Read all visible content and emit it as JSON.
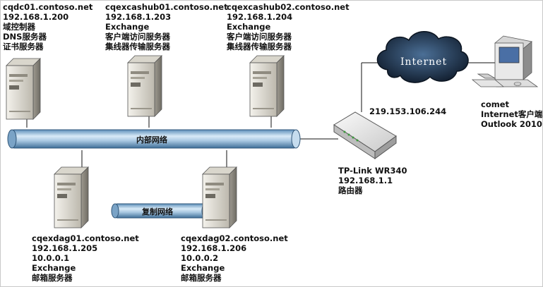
{
  "servers": {
    "dc01": {
      "lines": [
        "cqdc01.contoso.net",
        "192.168.1.200",
        "域控制器",
        "DNS服务器",
        "证书服务器"
      ]
    },
    "cashub01": {
      "lines": [
        "cqexcashub01.contoso.net",
        "192.168.1.203",
        "Exchange",
        "客户端访问服务器",
        "集线器传输服务器"
      ]
    },
    "cashub02": {
      "lines": [
        "cqexcashub02.contoso.net",
        "192.168.1.204",
        "Exchange",
        "客户端访问服务器",
        "集线器传输服务器"
      ]
    },
    "dag01": {
      "lines": [
        "cqexdag01.contoso.net",
        "192.168.1.205",
        "10.0.0.1",
        "Exchange",
        "邮箱服务器"
      ]
    },
    "dag02": {
      "lines": [
        "cqexdag02.contoso.net",
        "192.168.1.206",
        "10.0.0.2",
        "Exchange",
        "邮箱服务器"
      ]
    }
  },
  "networks": {
    "internal": {
      "label": "内部网络"
    },
    "replication": {
      "label": "复制网络"
    }
  },
  "router": {
    "public_ip": "219.153.106.244",
    "lines": [
      "TP-Link WR340",
      "192.168.1.1",
      "路由器"
    ]
  },
  "internet": {
    "label": "Internet"
  },
  "client": {
    "lines": [
      "comet",
      "Internet客户端",
      "Outlook 2010"
    ]
  },
  "colors": {
    "pipe": "#8fb6d8",
    "pipe_dark": "#4f7fa8",
    "cloud": "#1e2f45",
    "server": "#e4e1d8",
    "line": "#111111"
  }
}
